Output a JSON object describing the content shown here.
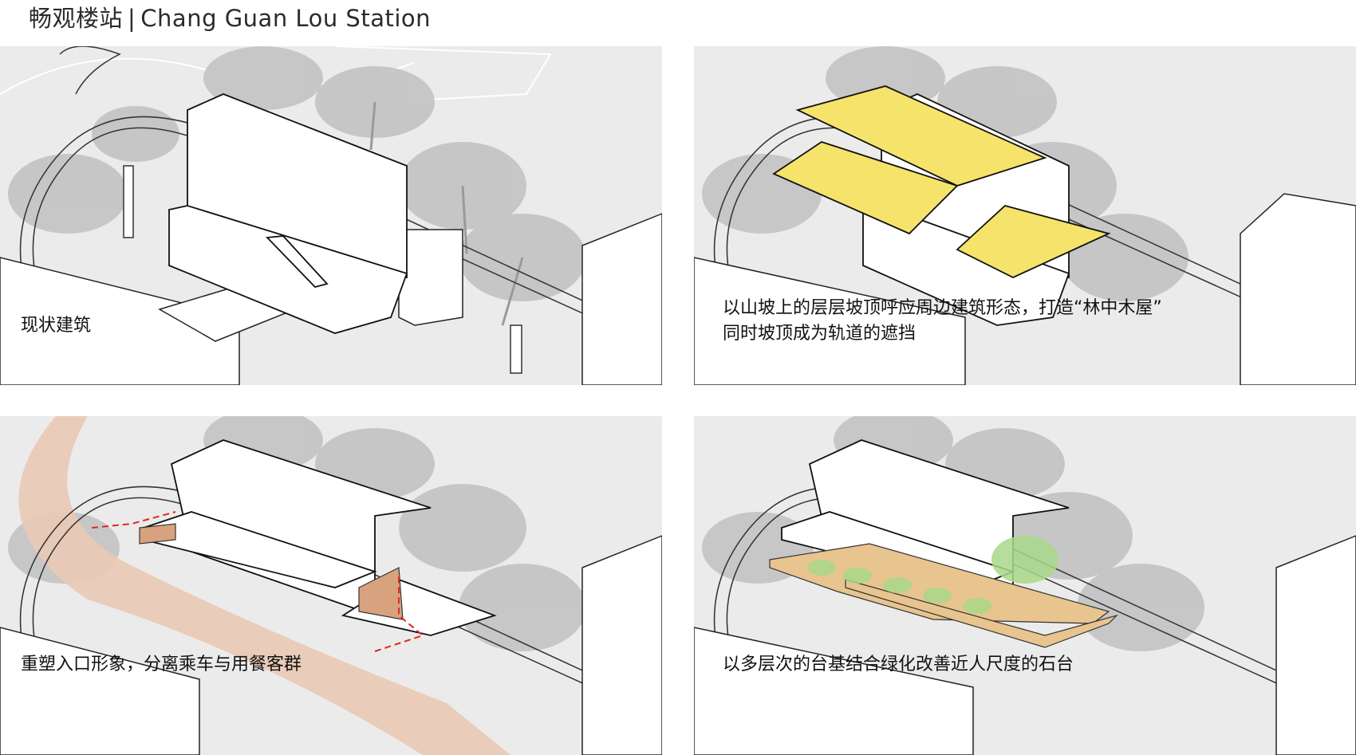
{
  "header": {
    "title_cn": "畅观楼站",
    "separator": "|",
    "title_en": "Chang Guan Lou Station"
  },
  "panels": [
    {
      "caption_lines": [
        "现状建筑"
      ]
    },
    {
      "caption_lines": [
        "以山坡上的层层坡顶呼应周边建筑形态，打造“林中木屋”",
        "同时坡顶成为轨道的遮挡"
      ]
    },
    {
      "caption_lines": [
        "重塑入口形象，分离乘车与用餐客群"
      ]
    },
    {
      "caption_lines": [
        "以多层次的台基结合绿化改善近人尺度的石台"
      ]
    }
  ],
  "colors": {
    "ground": "#ebebeb",
    "tree": "#b5b5b5",
    "roof_highlight": "#f5e36b",
    "path": "#e9c9b4",
    "entrance_wood": "#d7a27d",
    "route_arrow": "#e0281f",
    "platform_wood": "#e8c48f",
    "planting": "#a9d88a"
  }
}
